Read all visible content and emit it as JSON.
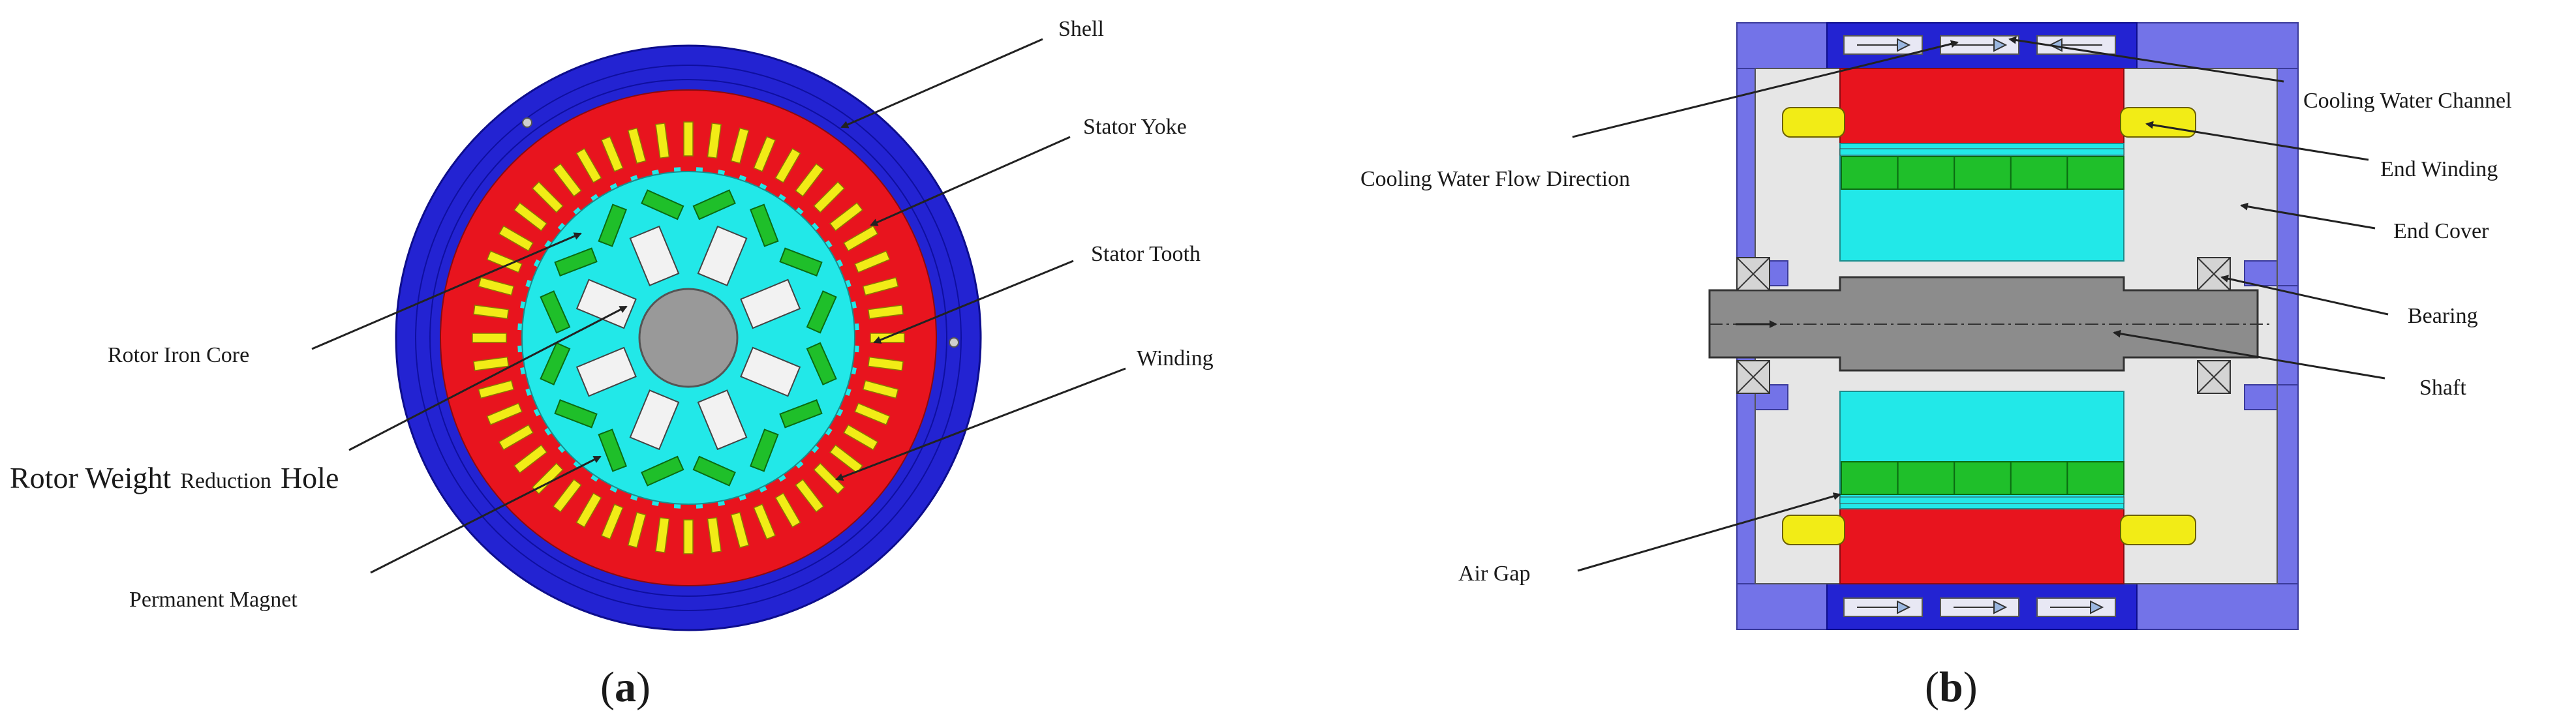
{
  "colors": {
    "shell": "#2323d2",
    "shell_ring": "#0f0fa0",
    "stator_yoke": "#e8141e",
    "winding": "#f2ec16",
    "rotor_core": "#22e8e8",
    "magnet": "#1fbf2a",
    "hole": "#f2f2f2",
    "shaft": "#8c8c8c",
    "end_cover_outer": "#7373e8",
    "end_cover_inner": "#e6e6e6",
    "bearing": "#d4d4d4",
    "air_gap": "#22e8e8",
    "leader": "#222222"
  },
  "panel_a": {
    "caption_open": "(",
    "caption_letter": "a",
    "caption_close": ")",
    "labels": {
      "shell": "Shell",
      "stator_yoke": "Stator Yoke",
      "stator_tooth": "Stator Tooth",
      "winding": "Winding",
      "rotor_iron_core": "Rotor Iron Core",
      "rotor_weight_reduction_hole_a": "Rotor Weight",
      "rotor_weight_reduction_hole_b": "Reduction",
      "rotor_weight_reduction_hole_c": "Hole",
      "permanent_magnet": "Permanent Magnet"
    }
  },
  "panel_b": {
    "caption_open": "(",
    "caption_letter": "b",
    "caption_close": ")",
    "labels": {
      "cooling_water_channel": "Cooling Water Channel",
      "cooling_water_flow_direction": "Cooling Water Flow Direction",
      "end_winding": "End Winding",
      "end_cover": "End Cover",
      "bearing": "Bearing",
      "shaft": "Shaft",
      "air_gap": "Air Gap"
    }
  }
}
